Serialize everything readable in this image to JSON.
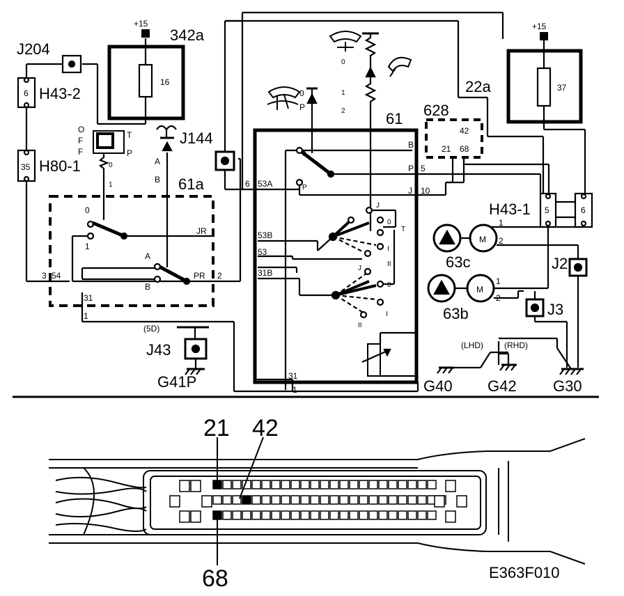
{
  "diagram": {
    "figure_code": "E363F010",
    "supply_labels": {
      "fuse_342a_supply": "+15",
      "fuse_22a_supply": "+15"
    },
    "fuses": [
      {
        "id": "342a",
        "fuse_number": "16"
      },
      {
        "id": "22a",
        "fuse_number": "37"
      }
    ],
    "connectors": {
      "j204": "J204",
      "h43_2": "H43-2",
      "h43_2_pin": "6",
      "h80_1": "H80-1",
      "h80_1_pin": "35",
      "j144": "J144",
      "h43_1": "H43-1",
      "h43_1_pin_a": "5",
      "h43_1_pin_b": "6",
      "j2": "J2",
      "j3": "J3",
      "j43": "J43",
      "j43_note": "(5D)"
    },
    "grounds": {
      "g41p": "G41P",
      "g40": "G40",
      "g42": "G42",
      "g30": "G30",
      "lhd": "(LHD)",
      "rhd": "(RHD)"
    },
    "components": {
      "switch_61a": "61a",
      "wiper_unit_61": "61",
      "control_module_628": "628",
      "module_628_pins": {
        "p42": "42",
        "p21": "21",
        "p68": "68"
      },
      "pump_63c": "63c",
      "pump_63b": "63b",
      "motor_symbol": "M"
    },
    "switch_labels": {
      "off": "O",
      "f1": "F",
      "f2": "F",
      "t": "T",
      "p": "P",
      "pos0": "0",
      "pos1": "1",
      "a": "A",
      "b": "B",
      "jr": "JR",
      "pr": "PR",
      "pr_pin": "2",
      "pin3": "3",
      "pin54": "54",
      "pin31": "31",
      "pin1": "1"
    },
    "wiper_labels": {
      "s0": "0",
      "s1": "1",
      "s2": "2",
      "zero": "0",
      "p": "P",
      "b": "B",
      "p5": "P",
      "pin5": "5",
      "j10": "J",
      "pin10": "10",
      "pin6": "6",
      "pin53a": "53A",
      "pin53b": "53B",
      "pin53": "53",
      "pin31b": "31B",
      "j_upper": "J",
      "t": "T",
      "i": "I",
      "ii": "II",
      "j_lower": "J",
      "zero_lower": "0",
      "i_lower": "I",
      "ii_lower": "II",
      "pin31": "31",
      "pin1": "1",
      "o_small": "0",
      "p_small": "P"
    },
    "motor_pins": {
      "c1": "1",
      "c2": "2",
      "b1": "1",
      "b2": "2"
    },
    "connector_callouts": {
      "c21": "21",
      "c42": "42",
      "c68": "68"
    }
  }
}
